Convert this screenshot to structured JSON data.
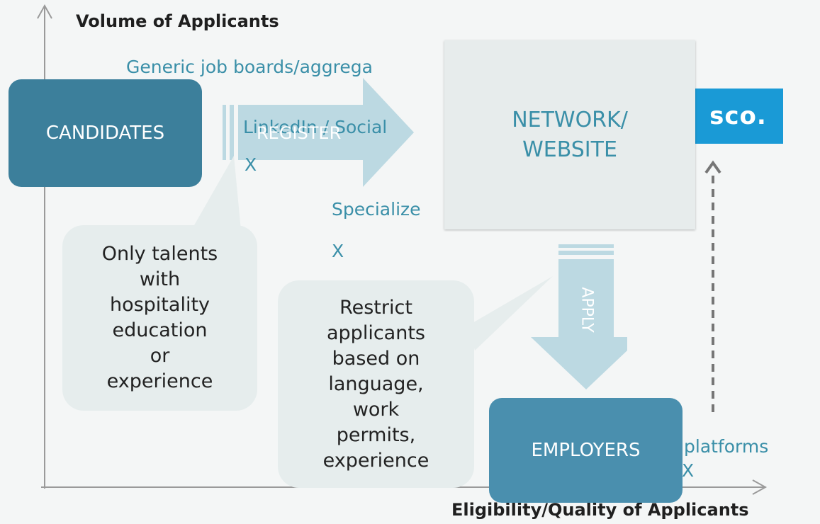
{
  "axes": {
    "y_label": "Volume of Applicants",
    "x_label": "Eligibility/Quality of Applicants"
  },
  "channels": {
    "generic": "Generic job boards/aggrega",
    "linkedin": "LinkedIn / Social",
    "linkedin_mark": "X",
    "specialized": "Specialize",
    "specialized_mark": "X",
    "platforms": "platforms",
    "platforms_mark": "X"
  },
  "boxes": {
    "candidates": "CANDIDATES",
    "network_line1": "NETWORK/",
    "network_line2": "WEBSITE",
    "employers": "EMPLOYERS"
  },
  "arrows": {
    "register": "REGISTER",
    "apply": "APPLY"
  },
  "logo": {
    "text": "sco."
  },
  "bubbles": {
    "left": [
      "Only talents",
      "with",
      "hospitality",
      "education",
      "or",
      "experience"
    ],
    "middle": [
      "Restrict",
      "applicants",
      "based on",
      "language,",
      "work",
      "permits,",
      "experience"
    ]
  },
  "colors": {
    "teal_dark": "#3c7f9b",
    "teal_mid": "#4a8fae",
    "teal_text": "#3a8fa8",
    "arrow_light": "#bcd9e2",
    "logo_blue": "#1a9ad6",
    "network_box": "#e7ecec"
  }
}
